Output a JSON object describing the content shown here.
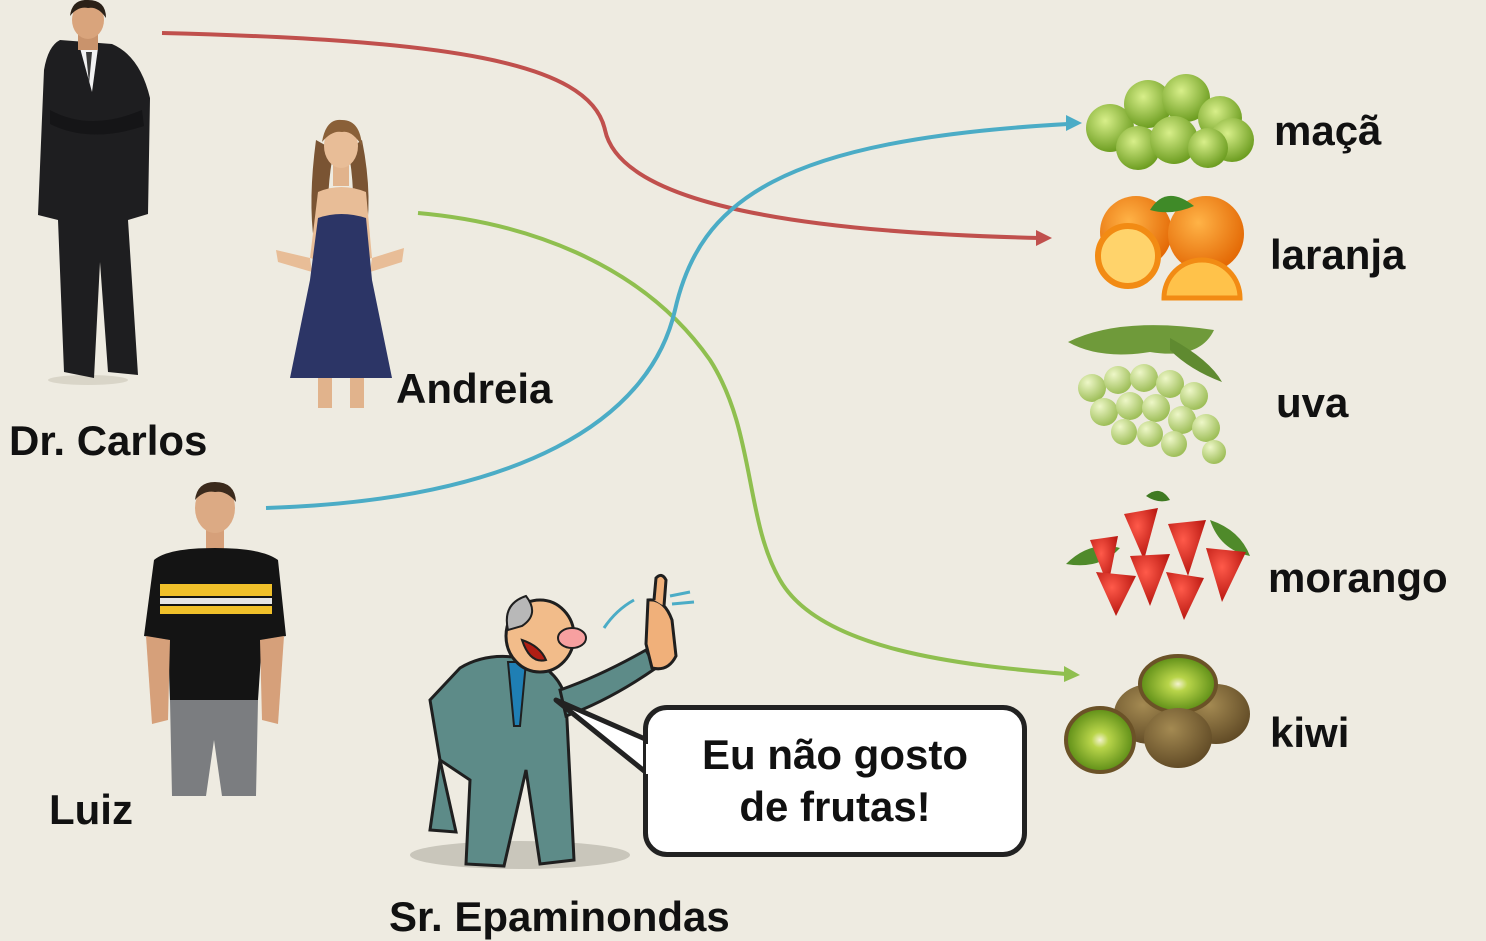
{
  "people": {
    "carlos": "Dr. Carlos",
    "andreia": "Andreia",
    "luiz": "Luiz",
    "epaminondas": "Sr. Epaminondas"
  },
  "fruits": {
    "maca": "maçã",
    "laranja": "laranja",
    "uva": "uva",
    "morango": "morango",
    "kiwi": "kiwi"
  },
  "speech": {
    "line1": "Eu não gosto",
    "line2": "de frutas!"
  },
  "connections": [
    {
      "from": "Dr. Carlos",
      "to": "laranja",
      "color": "#c0504d"
    },
    {
      "from": "Andreia",
      "to": "kiwi",
      "color": "#8fbf4f"
    },
    {
      "from": "Luiz",
      "to": "maçã",
      "color": "#4bacc6"
    }
  ],
  "colors": {
    "background": "#eeebe1",
    "carlos_line": "#c0504d",
    "andreia_line": "#8fbf4f",
    "luiz_line": "#4bacc6"
  }
}
